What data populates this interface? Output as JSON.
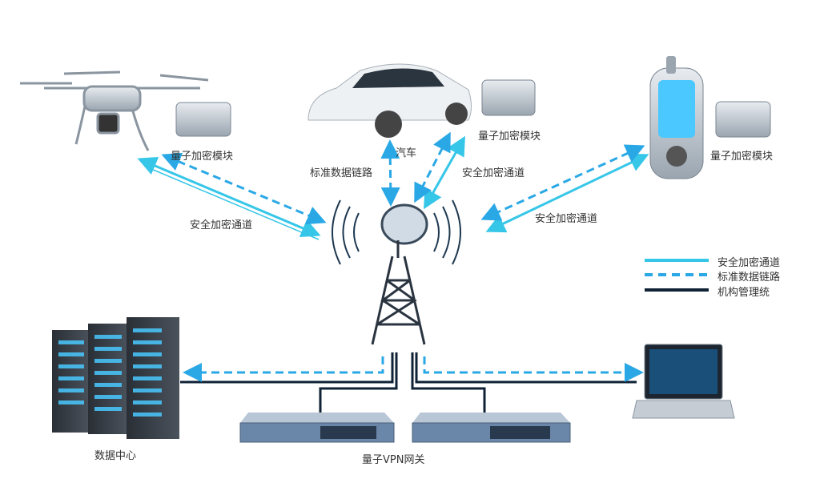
{
  "colors": {
    "secure": "#35c6e8",
    "standard": "#2aa8e6",
    "management": "#0f2236",
    "glow": "#3fb4ff"
  },
  "labels": {
    "drone_module": "量子加密模块",
    "car_module": "量子加密模块",
    "handheld_module": "量子加密模块",
    "car": "汽车",
    "standard_link": "标准数据链路",
    "secure_top": "安全加密通道",
    "secure_left": "安全加密通道",
    "secure_right": "安全加密通道",
    "data_center": "数据中心",
    "vpn_gateway": "量子VPN网关"
  },
  "legend": [
    {
      "label": "安全加密通道",
      "style": "solid-cyan"
    },
    {
      "label": "标准数据链路",
      "style": "dashed-blue"
    },
    {
      "label": "机构管理统",
      "style": "solid-dark"
    }
  ]
}
